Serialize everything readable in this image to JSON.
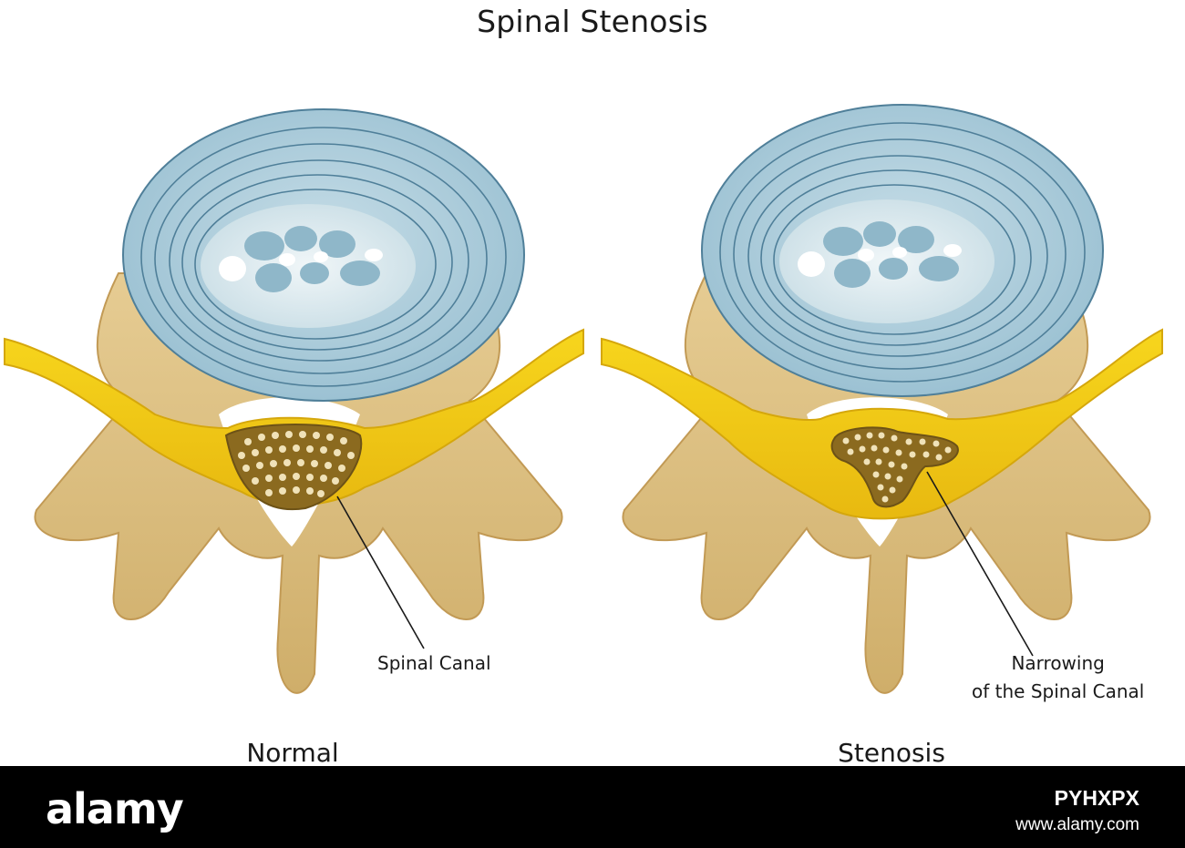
{
  "title": "Spinal Stenosis",
  "panels": [
    {
      "caption": "Normal",
      "label_lines": [
        "Spinal Canal"
      ]
    },
    {
      "caption": "Stenosis",
      "label_lines": [
        "Narrowing",
        "of the Spinal Canal"
      ]
    }
  ],
  "footer": {
    "logo": "alamy",
    "image_code": "PYHXPX",
    "url": "www.alamy.com"
  },
  "colors": {
    "disc": "#a9ccdb",
    "disc_lines": "#4f7f99",
    "nucleus": "#dbe8ee",
    "bone": "#dcbe82",
    "bone_edge": "#c29a55",
    "ligament": "#f1c816",
    "ligament_edge": "#d5a70c",
    "cord": "#8b6a1f",
    "cord_fibers": "#f0e2b8",
    "footer_bg": "#000000"
  }
}
